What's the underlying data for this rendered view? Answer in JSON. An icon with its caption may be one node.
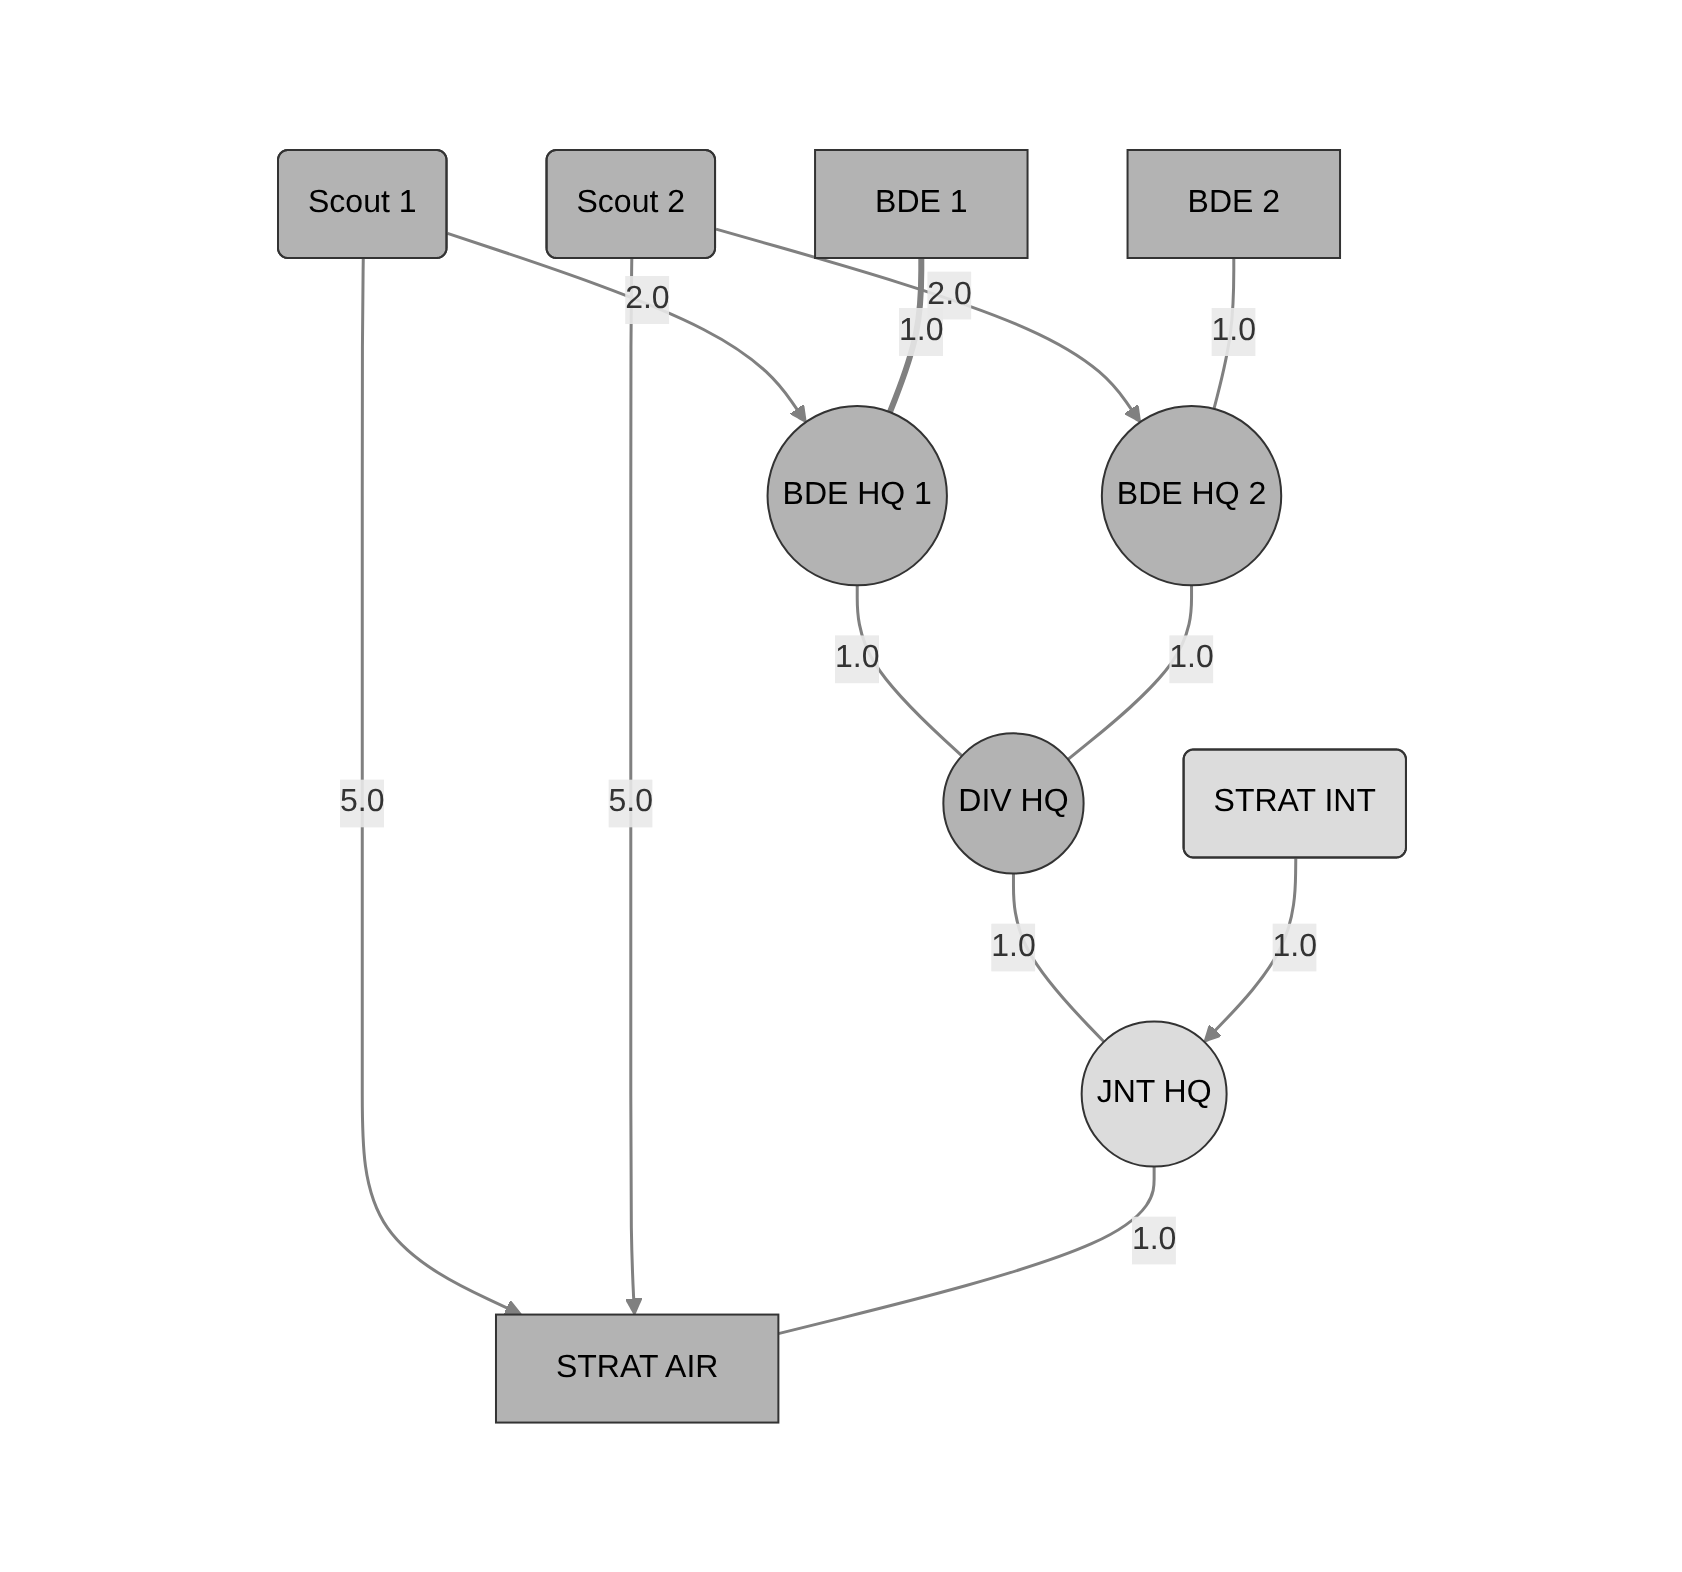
{
  "diagram": {
    "nodes": [
      {
        "text": [
          "Scout 1"
        ]
      },
      {
        "text": [
          "Scout 2"
        ]
      },
      {
        "text": [
          "BDE 1"
        ]
      },
      {
        "text": [
          "BDE 2"
        ]
      },
      {
        "text": [
          "BDE HQ 1"
        ]
      },
      {
        "text": [
          "BDE HQ 2"
        ]
      },
      {
        "text": [
          "DIV HQ"
        ]
      },
      {
        "text": [
          "STRAT INT"
        ]
      },
      {
        "text": [
          "JNT HQ"
        ]
      },
      {
        "text": [
          "STRAT AIR"
        ]
      }
    ],
    "edges": [
      {
        "from": 0,
        "to": 4,
        "arrow": "to",
        "label": "2.0"
      },
      {
        "from": 0,
        "to": 9,
        "arrow": "to",
        "label": "5.0"
      },
      {
        "from": 1,
        "to": 5,
        "arrow": "to",
        "label": "2.0"
      },
      {
        "from": 1,
        "to": 9,
        "arrow": "to",
        "label": "5.0"
      },
      {
        "from": 2,
        "to": 4,
        "arrow": "none",
        "label": "1.0",
        "style": "thick"
      },
      {
        "from": 3,
        "to": 5,
        "arrow": "none",
        "label": "1.0"
      },
      {
        "from": 4,
        "to": 6,
        "arrow": "none",
        "label": "1.0"
      },
      {
        "from": 5,
        "to": 6,
        "arrow": "none",
        "label": "1.0"
      },
      {
        "from": 6,
        "to": 8,
        "arrow": "none",
        "label": "1.0"
      },
      {
        "from": 7,
        "to": 8,
        "arrow": "to",
        "label": "1.0"
      },
      {
        "from": 8,
        "to": 9,
        "arrow": "none",
        "label": "1.0"
      }
    ]
  }
}
